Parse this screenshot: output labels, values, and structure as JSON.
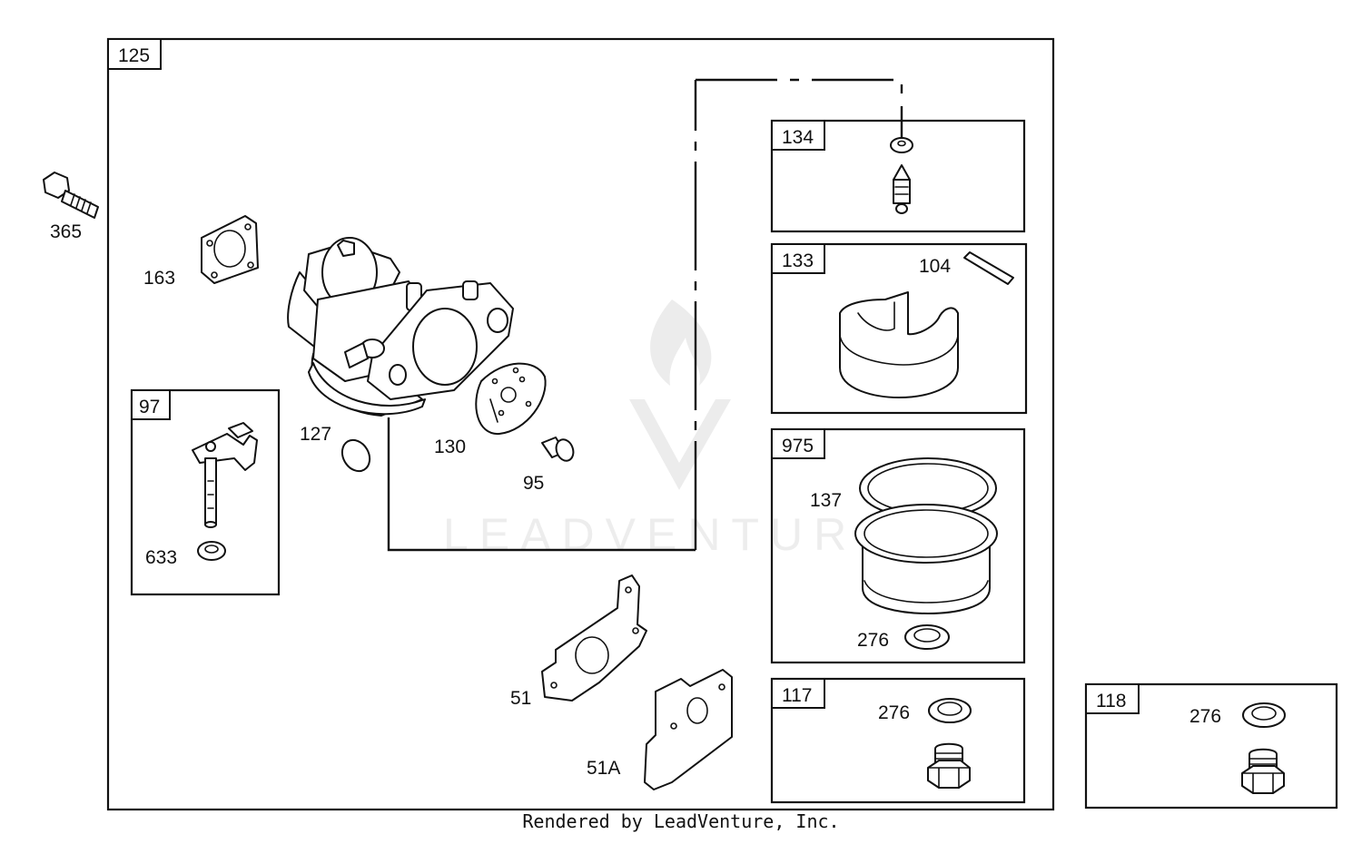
{
  "diagram": {
    "main_box_label": "125",
    "groups": {
      "g97": "97",
      "g134": "134",
      "g133": "133",
      "g975": "975",
      "g117": "117",
      "g118": "118"
    },
    "callouts": {
      "c365": "365",
      "c163": "163",
      "c127": "127",
      "c130": "130",
      "c95": "95",
      "c633": "633",
      "c51": "51",
      "c51a": "51A",
      "c104": "104",
      "c137": "137",
      "c276a": "276",
      "c276b": "276",
      "c276c": "276"
    },
    "watermark": "LEADVENTURE"
  },
  "footer": "Rendered by LeadVenture, Inc."
}
